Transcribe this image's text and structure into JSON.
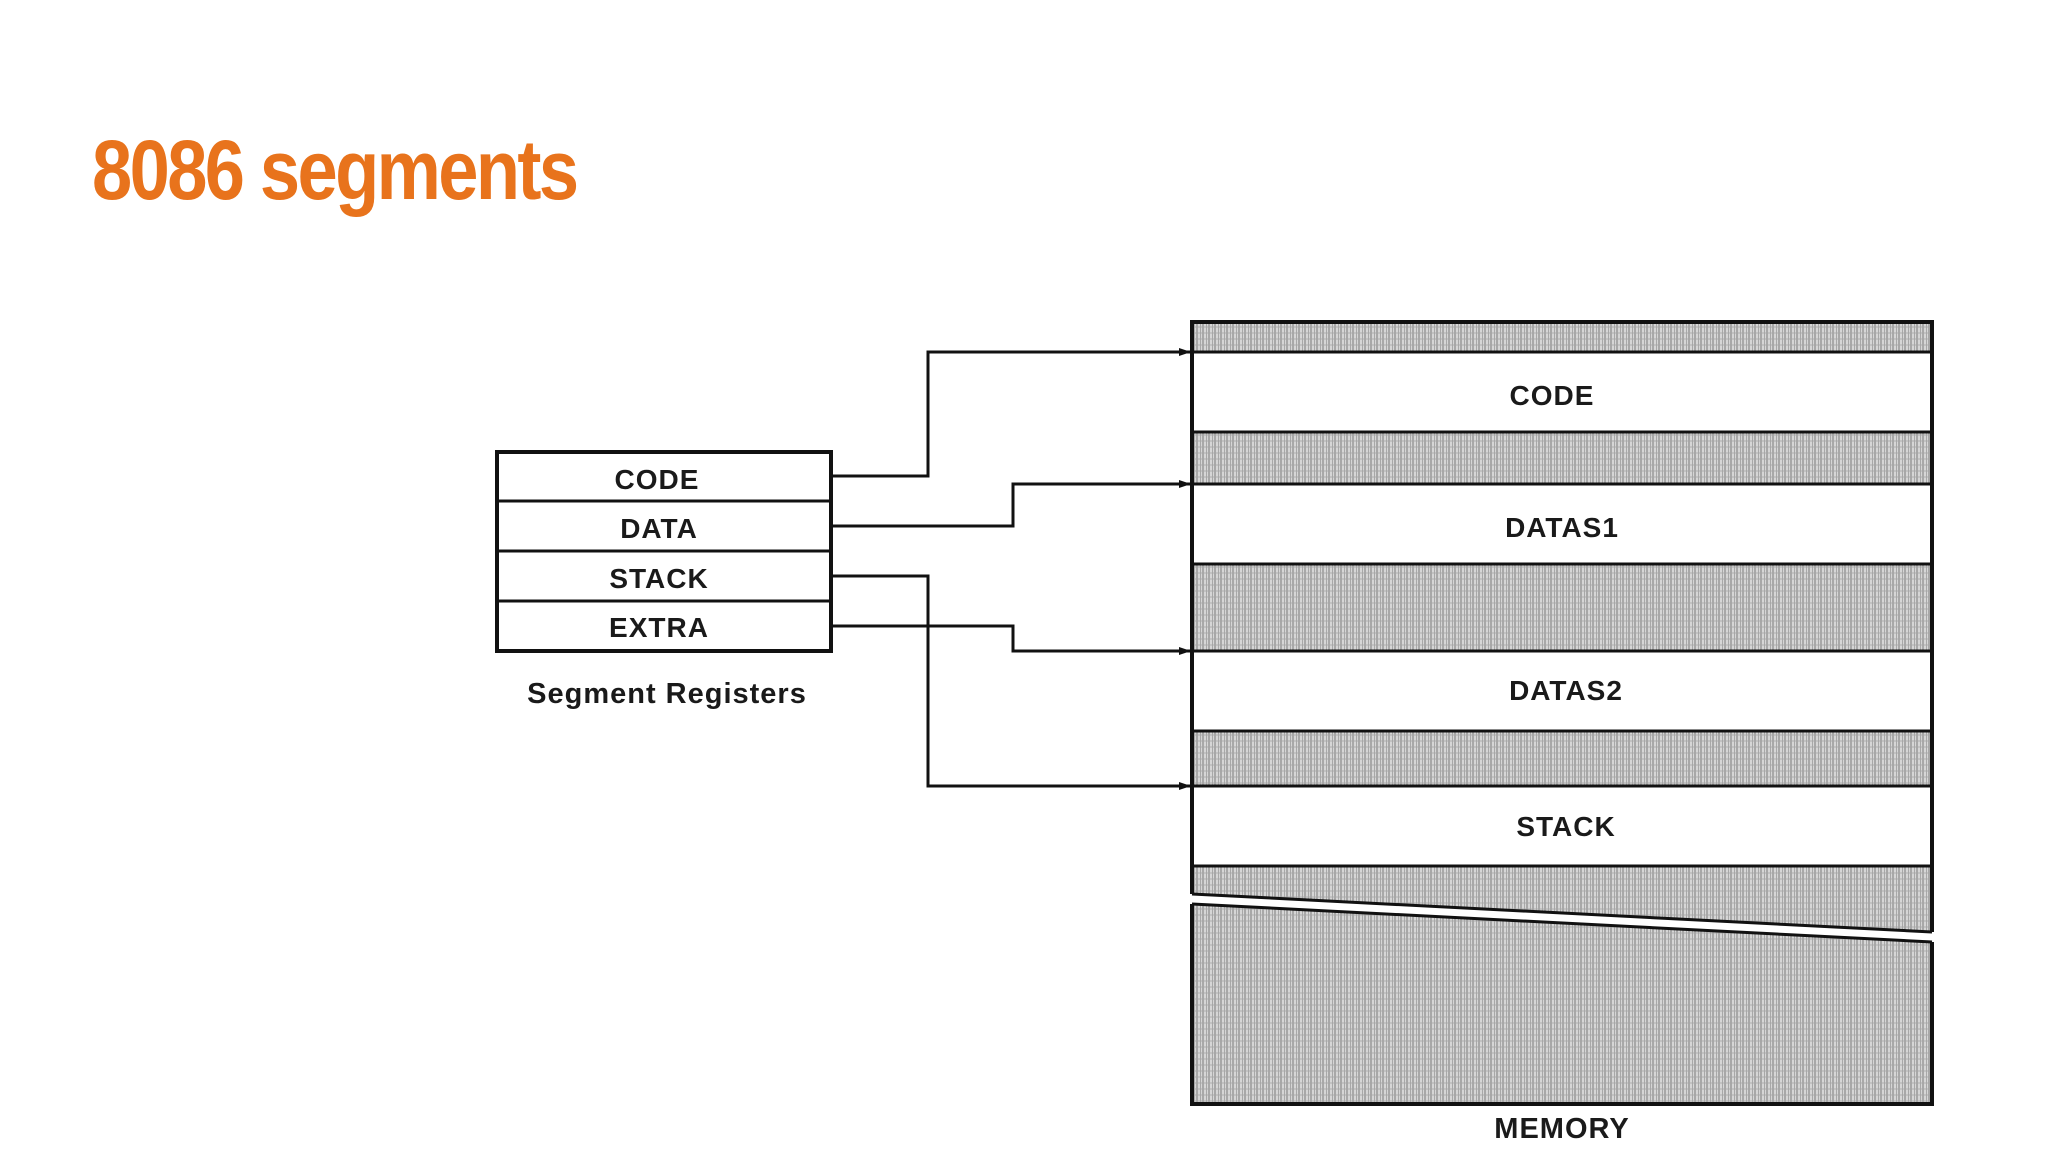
{
  "slide": {
    "title": "8086 segments",
    "title_color": "#E8731C"
  },
  "registers": {
    "caption": "Segment Registers",
    "items": [
      "CODE",
      "DATA",
      "STACK",
      "EXTRA"
    ]
  },
  "memory": {
    "caption": "MEMORY",
    "segments": [
      "CODE",
      "DATAS1",
      "DATAS2",
      "STACK"
    ]
  },
  "colors": {
    "line": "#111111",
    "hatch_background": "#d6d6d6",
    "hatch_line": "#8a8a8a"
  }
}
